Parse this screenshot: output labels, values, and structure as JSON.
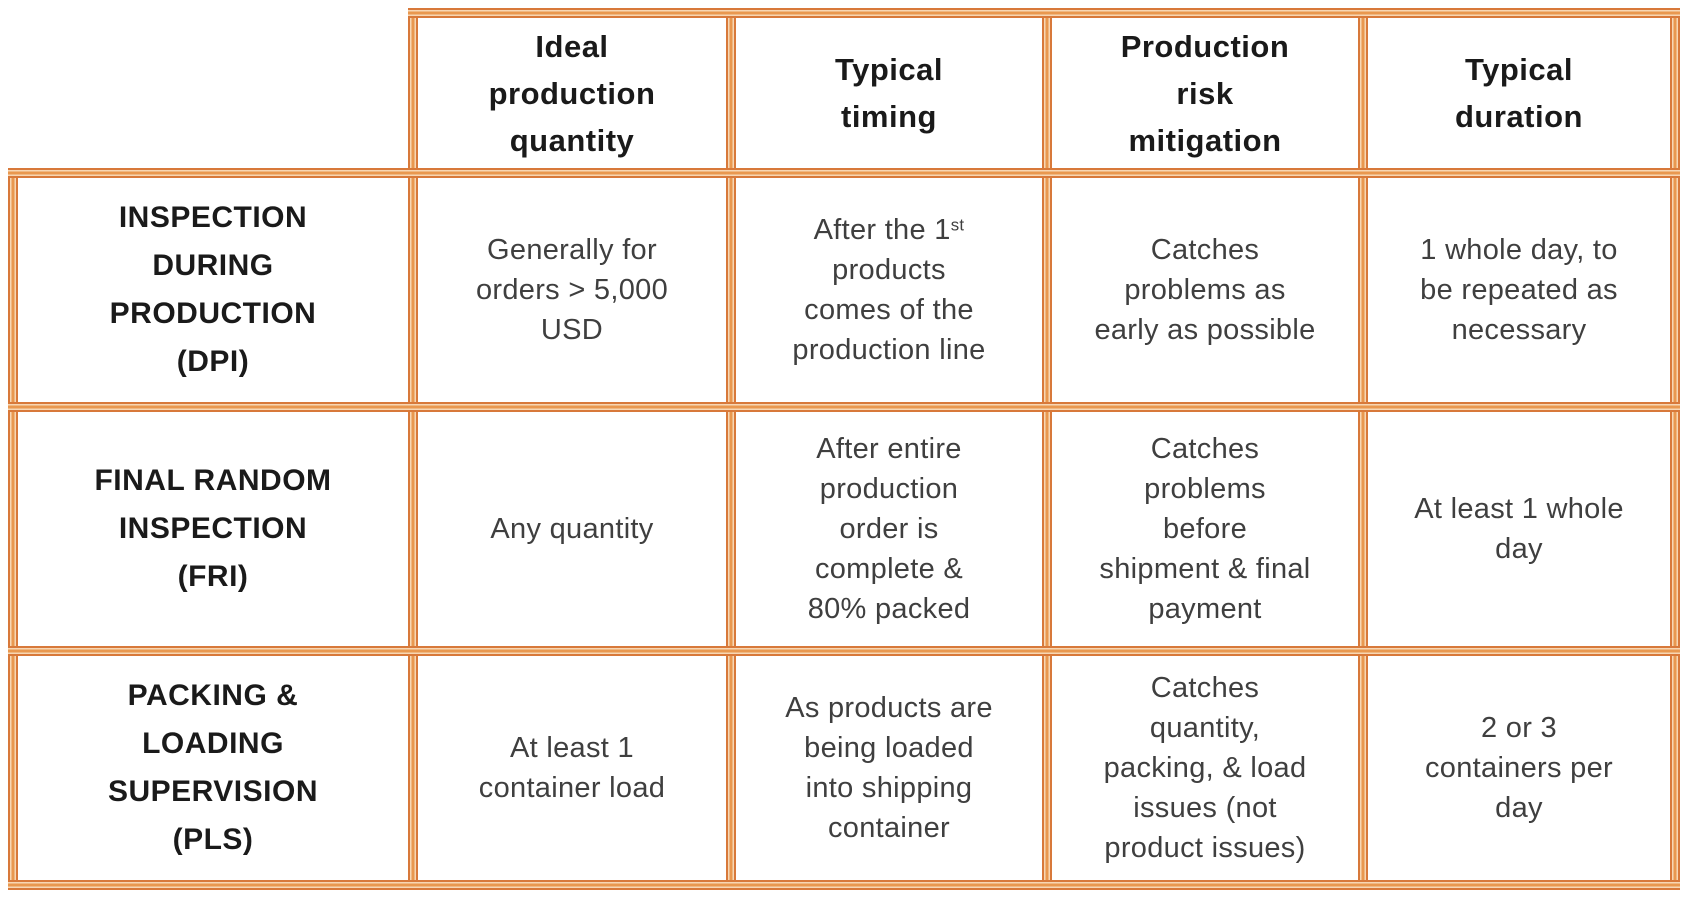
{
  "colors": {
    "border_dark": "#D8793A",
    "border_mid": "#E9984F",
    "border_light": "#F7D7B4",
    "header_text": "#1A1A1A",
    "body_text": "#3F3F3F"
  },
  "table": {
    "column_headers": [
      {
        "lines": [
          "Ideal",
          "production",
          "quantity"
        ]
      },
      {
        "lines": [
          "Typical",
          "timing"
        ]
      },
      {
        "lines": [
          "Production",
          "risk",
          "mitigation"
        ]
      },
      {
        "lines": [
          "Typical",
          "duration"
        ]
      }
    ],
    "rows": [
      {
        "header_lines": [
          "INSPECTION",
          "DURING",
          "PRODUCTION",
          "(DPI)"
        ],
        "quantity_lines": [
          "Generally for",
          "orders > 5,000",
          "USD"
        ],
        "timing_line1_pre": "After the 1",
        "timing_sup": "st",
        "timing_rest_lines": [
          "products",
          "comes of the",
          "production line"
        ],
        "risk_lines": [
          "Catches",
          "problems as",
          "early as possible"
        ],
        "duration_lines": [
          "1 whole day, to",
          "be repeated as",
          "necessary"
        ]
      },
      {
        "header_lines": [
          "FINAL RANDOM",
          "INSPECTION",
          "(FRI)"
        ],
        "quantity_lines": [
          "Any quantity"
        ],
        "timing_lines": [
          "After entire",
          "production",
          "order is",
          "complete &",
          "80% packed"
        ],
        "risk_lines": [
          "Catches",
          "problems",
          "before",
          "shipment & final",
          "payment"
        ],
        "duration_lines": [
          "At least 1 whole",
          "day"
        ]
      },
      {
        "header_lines": [
          "PACKING &",
          "LOADING",
          "SUPERVISION",
          "(PLS)"
        ],
        "quantity_lines": [
          "At least 1",
          "container load"
        ],
        "timing_lines": [
          "As products are",
          "being loaded",
          "into shipping",
          "container"
        ],
        "risk_lines": [
          "Catches",
          "quantity,",
          "packing, & load",
          "issues (not",
          "product issues)"
        ],
        "duration_lines": [
          "2 or 3",
          "containers per",
          "day"
        ]
      }
    ]
  }
}
